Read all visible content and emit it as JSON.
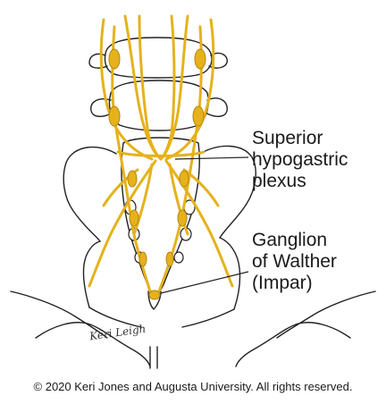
{
  "labels": {
    "superior_hypogastric": [
      "Superior",
      "hypogastric",
      "plexus"
    ],
    "ganglion_impar": [
      "Ganglion",
      "of Walther",
      "(Impar)"
    ]
  },
  "signature": "Keri Leigh",
  "copyright": "© 2020 Keri Jones and Augusta University. All rights reserved.",
  "colors": {
    "nerve": "#E5B21C",
    "nerve_dark": "#B7860F",
    "outline": "#222222",
    "background": "#FFFFFF"
  }
}
